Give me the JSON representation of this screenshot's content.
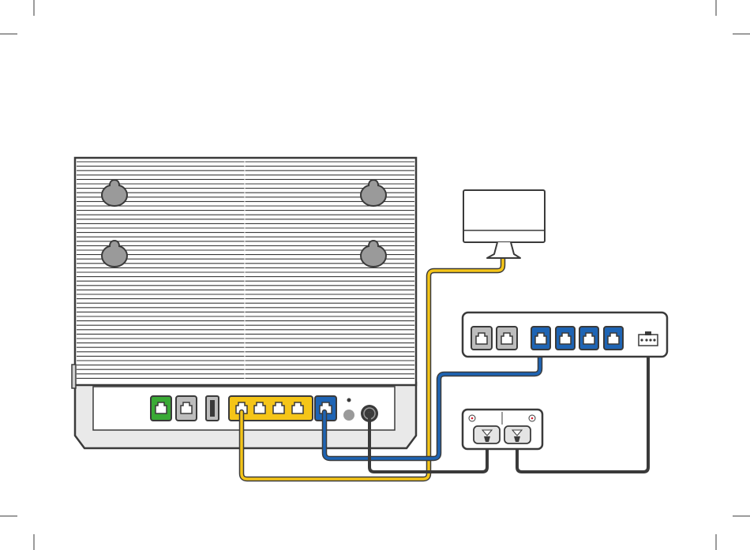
{
  "diagram": {
    "description_labels": [],
    "colors": {
      "outline": "#3a3a3a",
      "router_body": "#ffffff",
      "router_fin": "#3a3a3a",
      "router_base": "#e9e9e9",
      "port_green": "#3aaa35",
      "port_grey": "#bdbdbd",
      "port_yellow": "#f5c518",
      "port_blue": "#1e64b4",
      "cable_yellow": "#f5c518",
      "cable_blue": "#1e64b4",
      "cable_black": "#3a3a3a",
      "mount_hole": "#9a9a9a",
      "splitter_face": "#e4e4e4",
      "splitter_red_dot": "#d11f2e"
    },
    "router": {
      "name": "router",
      "ports": [
        {
          "name": "dsl-port",
          "color": "green"
        },
        {
          "name": "phone-port",
          "color": "grey"
        },
        {
          "name": "usb-port",
          "color": "grey"
        },
        {
          "name": "lan-port-1",
          "color": "yellow"
        },
        {
          "name": "lan-port-2",
          "color": "yellow"
        },
        {
          "name": "lan-port-3",
          "color": "yellow"
        },
        {
          "name": "lan-port-4",
          "color": "yellow"
        },
        {
          "name": "wan-port",
          "color": "blue"
        },
        {
          "name": "reset-button",
          "color": "grey"
        },
        {
          "name": "power-socket",
          "color": "black"
        }
      ]
    },
    "devices": [
      {
        "name": "monitor",
        "icon": "monitor-icon"
      },
      {
        "name": "network-termination-device",
        "ports": [
          "phone-1",
          "phone-2",
          "lan-1",
          "lan-2",
          "lan-3",
          "lan-4",
          "power"
        ]
      },
      {
        "name": "power-supply",
        "outlets": 2
      }
    ],
    "cables": [
      {
        "name": "yellow-lan-cable",
        "from": "router-lan-port-1",
        "to": "monitor",
        "color": "yellow"
      },
      {
        "name": "blue-wan-cable",
        "from": "router-wan-port",
        "to": "ntd-lan-1",
        "color": "blue"
      },
      {
        "name": "router-power-cable",
        "from": "router-power-socket",
        "to": "power-supply-outlet-1",
        "color": "black"
      },
      {
        "name": "ntd-power-cable",
        "from": "ntd-power",
        "to": "power-supply-outlet-2",
        "color": "black"
      }
    ]
  }
}
